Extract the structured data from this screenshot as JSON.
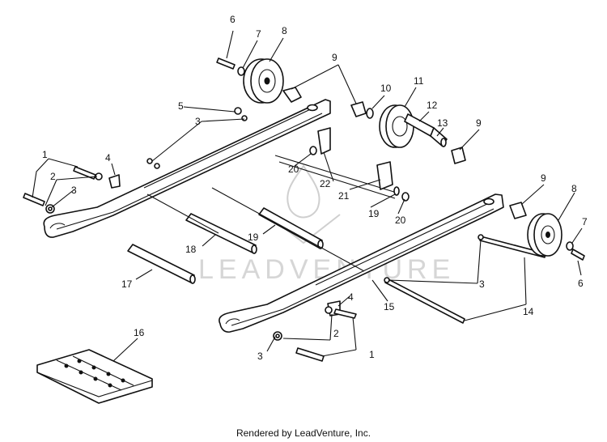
{
  "watermark": "LEADVENTURE",
  "footer": "Rendered by LeadVenture, Inc.",
  "callouts": [
    "1",
    "2",
    "3",
    "4",
    "5",
    "6",
    "7",
    "8",
    "9",
    "10",
    "11",
    "12",
    "13",
    "14",
    "15",
    "16",
    "17",
    "18",
    "19",
    "20",
    "21",
    "22"
  ]
}
